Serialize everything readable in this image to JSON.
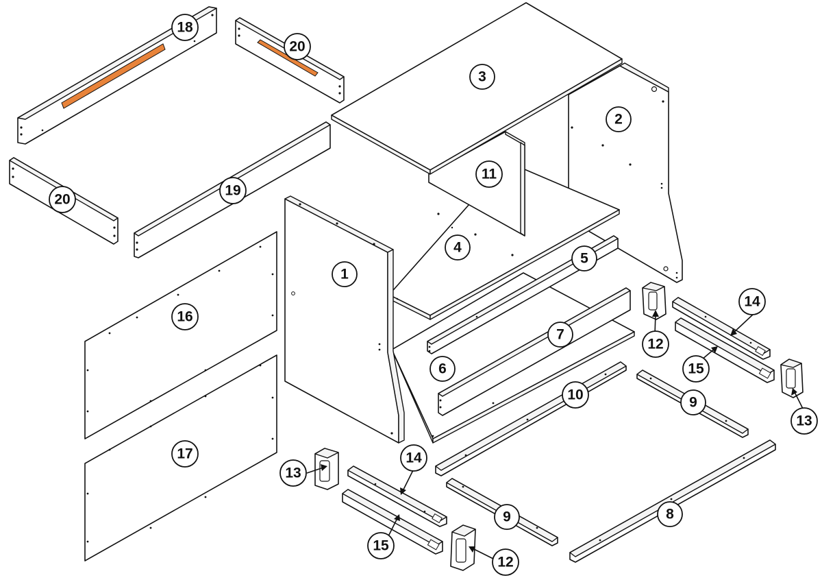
{
  "diagram": {
    "parts": [
      {
        "key": "p1",
        "label": "1"
      },
      {
        "key": "p2",
        "label": "2"
      },
      {
        "key": "p3",
        "label": "3"
      },
      {
        "key": "p4",
        "label": "4"
      },
      {
        "key": "p5",
        "label": "5"
      },
      {
        "key": "p6",
        "label": "6"
      },
      {
        "key": "p7",
        "label": "7"
      },
      {
        "key": "p8",
        "label": "8"
      },
      {
        "key": "p9a",
        "label": "9"
      },
      {
        "key": "p9b",
        "label": "9"
      },
      {
        "key": "p10",
        "label": "10"
      },
      {
        "key": "p11",
        "label": "11"
      },
      {
        "key": "p12a",
        "label": "12"
      },
      {
        "key": "p12b",
        "label": "12"
      },
      {
        "key": "p13a",
        "label": "13"
      },
      {
        "key": "p13b",
        "label": "13"
      },
      {
        "key": "p14a",
        "label": "14"
      },
      {
        "key": "p14b",
        "label": "14"
      },
      {
        "key": "p15a",
        "label": "15"
      },
      {
        "key": "p15b",
        "label": "15"
      },
      {
        "key": "p16",
        "label": "16"
      },
      {
        "key": "p17",
        "label": "17"
      },
      {
        "key": "p18",
        "label": "18"
      },
      {
        "key": "p19",
        "label": "19"
      },
      {
        "key": "p20a",
        "label": "20"
      },
      {
        "key": "p20b",
        "label": "20"
      }
    ],
    "colors": {
      "line": "#111111",
      "panel": "#ffffff",
      "handle_strip": "#e8833a"
    }
  }
}
